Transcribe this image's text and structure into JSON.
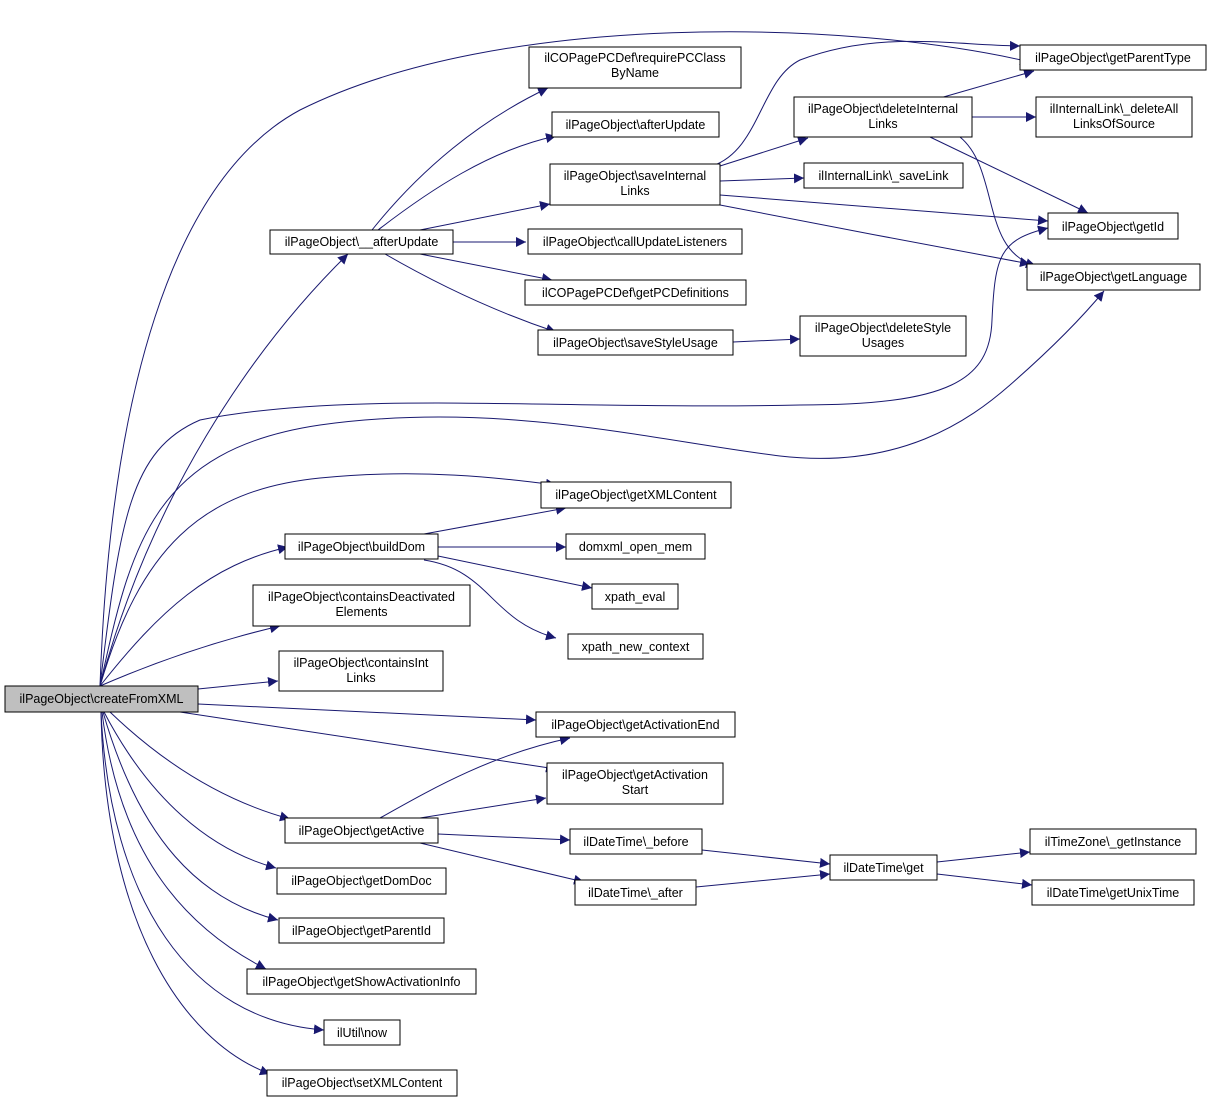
{
  "graph": {
    "nodes": {
      "createFromXML": [
        "ilPageObject\\createFromXML"
      ],
      "afterUpdate_": [
        "ilPageObject\\__afterUpdate"
      ],
      "getParentType": [
        "ilPageObject\\getParentType"
      ],
      "requirePC": [
        "ilCOPagePCDef\\requirePCClass",
        "ByName"
      ],
      "afterUpdate": [
        "ilPageObject\\afterUpdate"
      ],
      "saveInternalLinks": [
        "ilPageObject\\saveInternal",
        "Links"
      ],
      "deleteInternalLinks": [
        "ilPageObject\\deleteInternal",
        "Links"
      ],
      "deleteAllLinks": [
        "ilInternalLink\\_deleteAll",
        "LinksOfSource"
      ],
      "saveLink": [
        "ilInternalLink\\_saveLink"
      ],
      "getId": [
        "ilPageObject\\getId"
      ],
      "getLanguage": [
        "ilPageObject\\getLanguage"
      ],
      "callUpdateListeners": [
        "ilPageObject\\callUpdateListeners"
      ],
      "getPCDefinitions": [
        "ilCOPagePCDef\\getPCDefinitions"
      ],
      "saveStyleUsage": [
        "ilPageObject\\saveStyleUsage"
      ],
      "deleteStyleUsages": [
        "ilPageObject\\deleteStyle",
        "Usages"
      ],
      "getXMLContent": [
        "ilPageObject\\getXMLContent"
      ],
      "buildDom": [
        "ilPageObject\\buildDom"
      ],
      "domxml": [
        "domxml_open_mem"
      ],
      "xpathEval": [
        "xpath_eval"
      ],
      "xpathNewContext": [
        "xpath_new_context"
      ],
      "containsDeactivated": [
        "ilPageObject\\containsDeactivated",
        "Elements"
      ],
      "containsInt": [
        "ilPageObject\\containsInt",
        "Links"
      ],
      "getActivationEnd": [
        "ilPageObject\\getActivationEnd"
      ],
      "getActivationStart": [
        "ilPageObject\\getActivation",
        "Start"
      ],
      "getActive": [
        "ilPageObject\\getActive"
      ],
      "before": [
        "ilDateTime\\_before"
      ],
      "after": [
        "ilDateTime\\_after"
      ],
      "dtGet": [
        "ilDateTime\\get"
      ],
      "tzInstance": [
        "ilTimeZone\\_getInstance"
      ],
      "unixTime": [
        "ilDateTime\\getUnixTime"
      ],
      "getDomDoc": [
        "ilPageObject\\getDomDoc"
      ],
      "getParentId": [
        "ilPageObject\\getParentId"
      ],
      "showActivation": [
        "ilPageObject\\getShowActivationInfo"
      ],
      "utilNow": [
        "ilUtil\\now"
      ],
      "setXMLContent": [
        "ilPageObject\\setXMLContent"
      ]
    },
    "colors": {
      "edge": "#191970",
      "root_fill": "#bfbfbf",
      "node_fill": "#ffffff",
      "border": "#000000"
    }
  }
}
